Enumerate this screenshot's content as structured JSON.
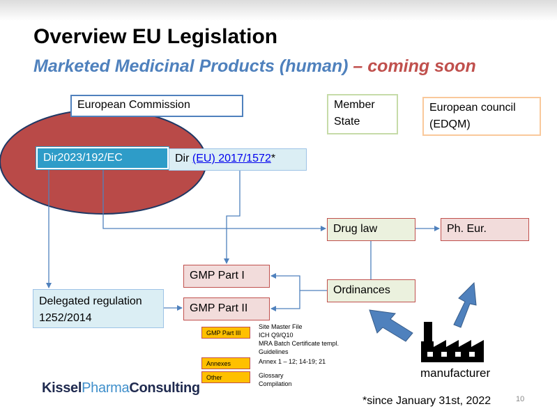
{
  "title": "Overview EU Legislation",
  "subtitle": {
    "main": "Marketed Medicinal Products (human)",
    "suffix": " – coming soon"
  },
  "boxes": {
    "european_commission": "European Commission",
    "member_state_line1": "Member",
    "member_state_line2": "State",
    "european_council_line1": "European council",
    "european_council_line2": "(EDQM)",
    "dir_2023": "Dir2023/192/EC",
    "dir_2017_prefix": "Dir ",
    "dir_2017_link": "(EU) 2017/1572",
    "dir_2017_suffix": "*",
    "drug_law": "Drug law",
    "ph_eur": "Ph. Eur.",
    "gmp_part1": "GMP Part I",
    "gmp_part2": "GMP Part II",
    "ordinances": "Ordinances",
    "delegated_line1": "Delegated regulation",
    "delegated_line2": "1252/2014"
  },
  "tags": {
    "gmp_part3": "GMP Part III",
    "annexes": "Annexes",
    "other": "Other"
  },
  "details": {
    "site_master_file": "Site Master File",
    "ich": "ICH Q9/Q10",
    "mra": "MRA Batch Certificate templ.",
    "guidelines": "Guidelines",
    "annex_range": "Annex 1 – 12; 14-19; 21",
    "glossary": "Glossary",
    "compilation": "Compilation"
  },
  "logo": {
    "part1": "Kissel",
    "part2": "Pharma",
    "part3": "Consulting"
  },
  "manufacturer": "manufacturer",
  "footnote": "*since January 31st, 2022",
  "page_number": "10",
  "colors": {
    "blue": "#4f81bd",
    "red": "#c0504d",
    "ellipse": "#c0504d",
    "arrow_fill": "#4f81bd"
  },
  "icons": {
    "factory": "factory-icon"
  }
}
